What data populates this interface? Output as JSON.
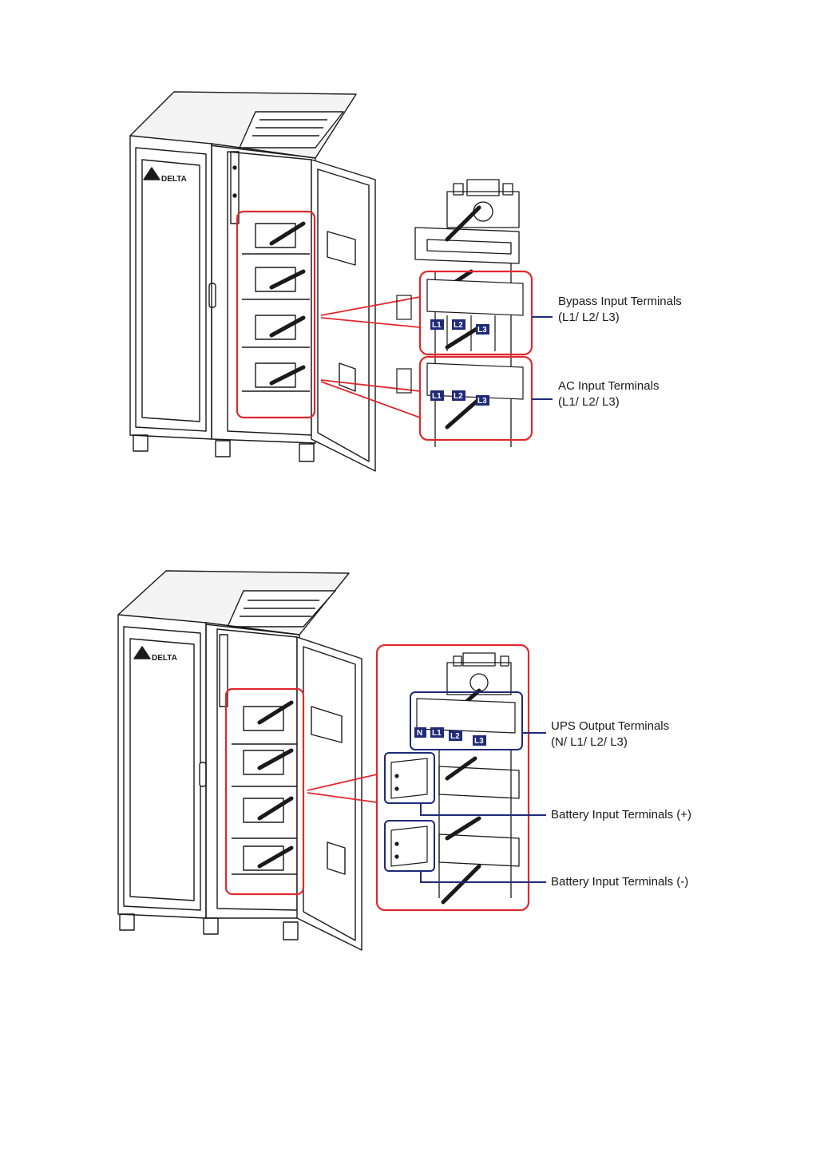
{
  "figure_top": {
    "logo_text": "DELTA",
    "callouts": [
      {
        "title": "Bypass Input Terminals",
        "phases": "(L1/ L2/ L3)"
      },
      {
        "title": "AC Input Terminals",
        "phases": "(L1/ L2/ L3)"
      }
    ],
    "phase_tags": {
      "l1": "L1",
      "l2": "L2",
      "l3": "L3"
    }
  },
  "figure_bottom": {
    "logo_text": "DELTA",
    "callouts": [
      {
        "title": "UPS Output Terminals",
        "phases": "(N/ L1/ L2/ L3)"
      },
      {
        "title": "Battery Input Terminals (+)"
      },
      {
        "title": "Battery Input Terminals (-)"
      }
    ],
    "phase_tags": {
      "n": "N",
      "l1": "L1",
      "l2": "L2",
      "l3": "L3"
    }
  },
  "colors": {
    "highlight_red": "#e0282e",
    "callout_navy": "#1f2a78",
    "line": "#1a1a1a"
  }
}
